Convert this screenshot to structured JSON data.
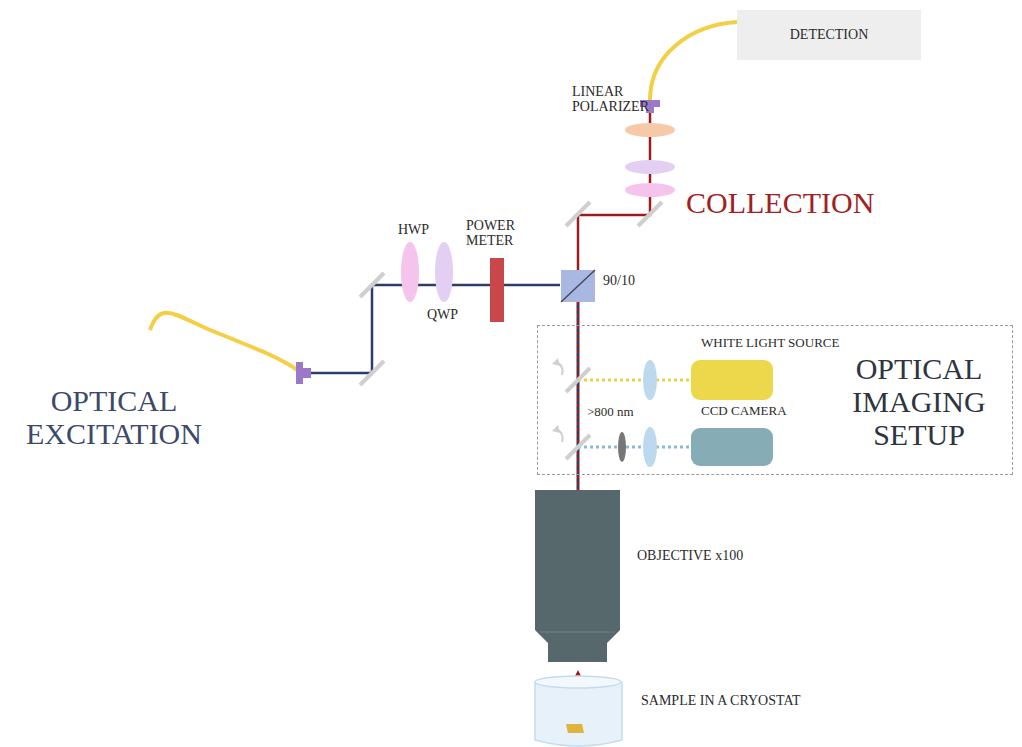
{
  "diagram": {
    "nodes": [
      {
        "text": [
          "DETECTION"
        ]
      },
      {
        "text": [
          "OPTICAL IMAGING SETUP"
        ]
      },
      {
        "text": [
          "WHITE LIGHT SOURCE"
        ],
        "in": 1
      },
      {
        "text": [
          "CCD CAMERA"
        ],
        "in": 1
      }
    ],
    "labels": [
      "LINEAR POLARIZER",
      "COLLECTION",
      "HWP",
      "QWP",
      "POWER METER",
      "90/10",
      ">800 nm",
      "OBJECTIVE x100",
      "SAMPLE IN A CRYOSTAT",
      "OPTICAL EXCITATION"
    ]
  }
}
